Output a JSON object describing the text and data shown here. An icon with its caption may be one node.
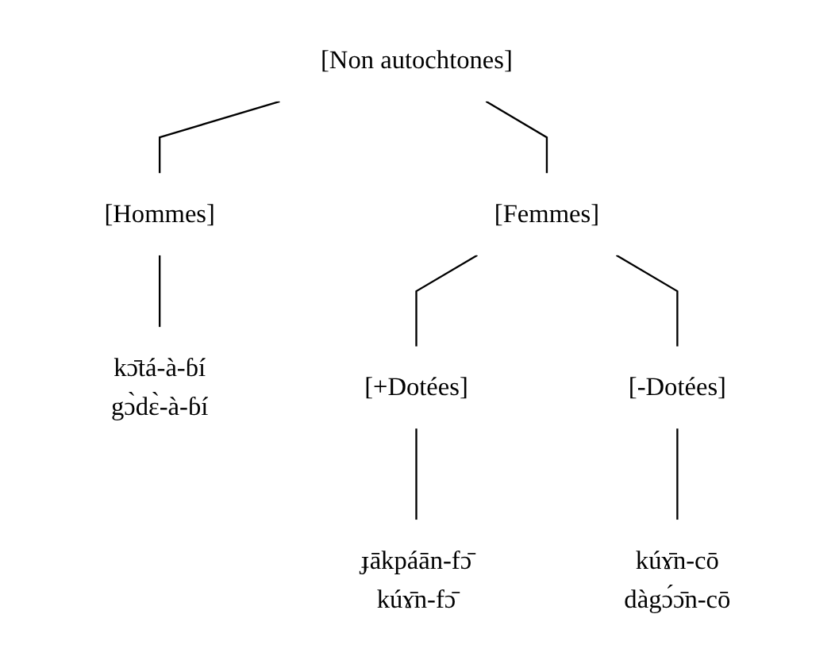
{
  "diagram": {
    "nodes": [
      {
        "text": [
          "[Non autochtones]"
        ]
      },
      {
        "text": [
          "[Hommes]"
        ]
      },
      {
        "text": [
          "[Femmes]"
        ]
      },
      {
        "text": [
          "[+Dotées]"
        ]
      },
      {
        "text": [
          "[-Dotées]"
        ]
      },
      {
        "text": [
          "kɔ̄tá-à-ɓí",
          "gɔ̀dɛ̀-à-ɓí"
        ]
      },
      {
        "text": [
          "ɟākpáān-fɔ̄",
          "kúɤ̄n-fɔ̄"
        ]
      },
      {
        "text": [
          "kúɤ̄n-cō",
          "dàgɔ́ɔ̄n-cō"
        ]
      }
    ],
    "edges": [
      {
        "from": 0,
        "to": 1,
        "arrow": "none"
      },
      {
        "from": 0,
        "to": 2,
        "arrow": "none"
      },
      {
        "from": 2,
        "to": 3,
        "arrow": "none"
      },
      {
        "from": 2,
        "to": 4,
        "arrow": "none"
      },
      {
        "from": 1,
        "to": 5,
        "arrow": "none"
      },
      {
        "from": 3,
        "to": 6,
        "arrow": "none"
      },
      {
        "from": 4,
        "to": 7,
        "arrow": "none"
      }
    ]
  }
}
